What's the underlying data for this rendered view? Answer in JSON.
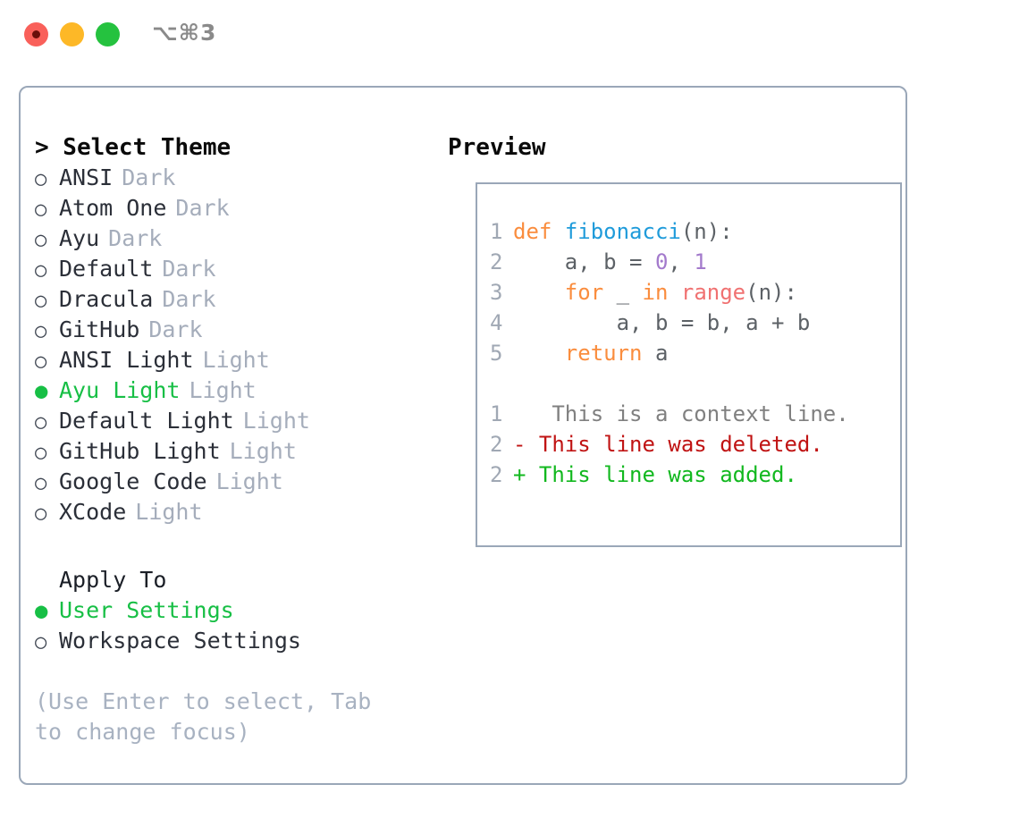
{
  "titlebar": {
    "shortcut": "⌥⌘3",
    "controls": [
      {
        "name": "close",
        "color": "#f9605a"
      },
      {
        "name": "minimize",
        "color": "#fdb827"
      },
      {
        "name": "maximize",
        "color": "#25c23f"
      }
    ]
  },
  "theme_panel": {
    "heading": "> Select Theme",
    "caret": ">",
    "selected_color": "#17bf45",
    "items": [
      {
        "bullet": "○",
        "label": "ANSI",
        "category": "Dark",
        "selected": false
      },
      {
        "bullet": "○",
        "label": "Atom One",
        "category": "Dark",
        "selected": false
      },
      {
        "bullet": "○",
        "label": "Ayu",
        "category": "Dark",
        "selected": false
      },
      {
        "bullet": "○",
        "label": "Default",
        "category": "Dark",
        "selected": false
      },
      {
        "bullet": "○",
        "label": "Dracula",
        "category": "Dark",
        "selected": false
      },
      {
        "bullet": "○",
        "label": "GitHub",
        "category": "Dark",
        "selected": false
      },
      {
        "bullet": "○",
        "label": "ANSI Light",
        "category": "Light",
        "selected": false
      },
      {
        "bullet": "●",
        "label": "Ayu Light",
        "category": "Light",
        "selected": true
      },
      {
        "bullet": "○",
        "label": "Default Light",
        "category": "Light",
        "selected": false
      },
      {
        "bullet": "○",
        "label": "GitHub Light",
        "category": "Light",
        "selected": false
      },
      {
        "bullet": "○",
        "label": "Google Code",
        "category": "Light",
        "selected": false
      },
      {
        "bullet": "○",
        "label": "XCode",
        "category": "Light",
        "selected": false
      }
    ]
  },
  "apply_to": {
    "heading": "Apply To",
    "items": [
      {
        "bullet": "●",
        "label": "User Settings",
        "selected": true
      },
      {
        "bullet": "○",
        "label": "Workspace Settings",
        "selected": false
      }
    ]
  },
  "hint": "(Use Enter to select, Tab to change focus)",
  "preview": {
    "heading": "Preview",
    "code_lines": [
      {
        "n": "1",
        "tokens": [
          {
            "t": "def",
            "c": "kw"
          },
          {
            "t": " ",
            "c": "pl"
          },
          {
            "t": "fibonacci",
            "c": "fn"
          },
          {
            "t": "(n):",
            "c": "pl"
          }
        ]
      },
      {
        "n": "2",
        "tokens": [
          {
            "t": "    a, b = ",
            "c": "pl"
          },
          {
            "t": "0",
            "c": "num"
          },
          {
            "t": ", ",
            "c": "pl"
          },
          {
            "t": "1",
            "c": "num"
          }
        ]
      },
      {
        "n": "3",
        "tokens": [
          {
            "t": "    ",
            "c": "pl"
          },
          {
            "t": "for",
            "c": "kw"
          },
          {
            "t": " _ ",
            "c": "pl"
          },
          {
            "t": "in",
            "c": "kw"
          },
          {
            "t": " ",
            "c": "pl"
          },
          {
            "t": "range",
            "c": "bi"
          },
          {
            "t": "(n):",
            "c": "pl"
          }
        ]
      },
      {
        "n": "4",
        "tokens": [
          {
            "t": "        a, b = b, a + b",
            "c": "pl"
          }
        ]
      },
      {
        "n": "5",
        "tokens": [
          {
            "t": "    ",
            "c": "pl"
          },
          {
            "t": "return",
            "c": "kw"
          },
          {
            "t": " a",
            "c": "pl"
          }
        ]
      }
    ],
    "diff_lines": [
      {
        "n": "1",
        "marker": " ",
        "text": "  This is a context line.",
        "kind": "ctx"
      },
      {
        "n": "2",
        "marker": "-",
        "text": " This line was deleted.",
        "kind": "del"
      },
      {
        "n": "2",
        "marker": "+",
        "text": " This line was added.",
        "kind": "add"
      }
    ]
  }
}
